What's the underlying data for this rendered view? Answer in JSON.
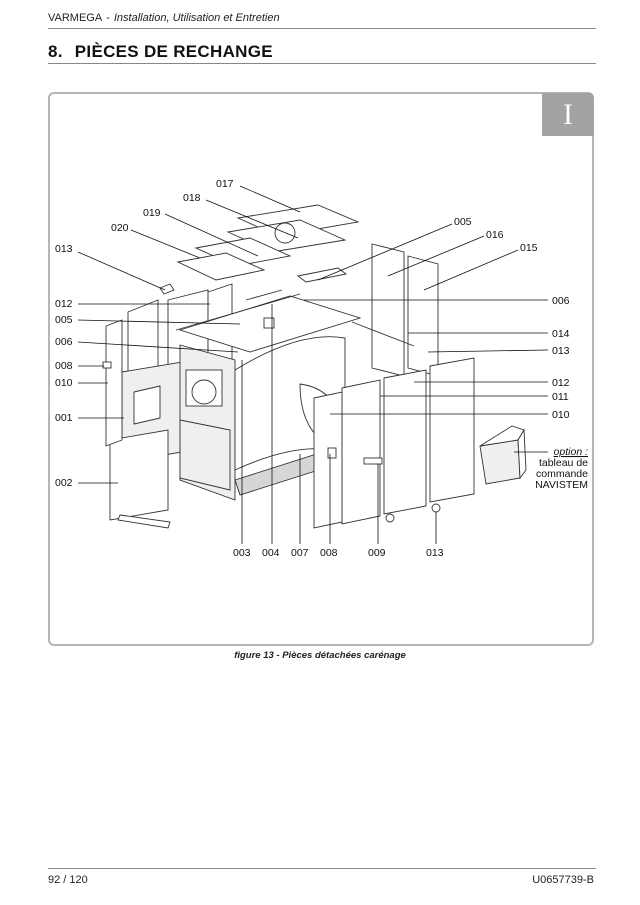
{
  "header": {
    "brand": "VARMEGA",
    "separator": "-",
    "subtitle": "Installation, Utilisation et Entretien"
  },
  "section": {
    "number": "8.",
    "title": "PIÈCES DE RECHANGE"
  },
  "tab": {
    "label": "I"
  },
  "labels": {
    "p017": "017",
    "p018": "018",
    "p019": "019",
    "p020": "020",
    "p013a": "013",
    "p012a": "012",
    "p005a": "005",
    "p006a": "006",
    "p008a": "008",
    "p010a": "010",
    "p001": "001",
    "p002": "002",
    "p005b": "005",
    "p016": "016",
    "p015": "015",
    "p006b": "006",
    "p014": "014",
    "p013b": "013",
    "p012b": "012",
    "p011": "011",
    "p010b": "010",
    "p003": "003",
    "p004": "004",
    "p007": "007",
    "p008b": "008",
    "p009": "009",
    "p013c": "013"
  },
  "option": {
    "title": "option :",
    "line1": "tableau de",
    "line2": "commande",
    "line3": "NAVISTEM"
  },
  "caption": "figure 13 - Pièces détachées carénage",
  "footer": {
    "page": "92 / 120",
    "reference": "U0657739-B"
  }
}
